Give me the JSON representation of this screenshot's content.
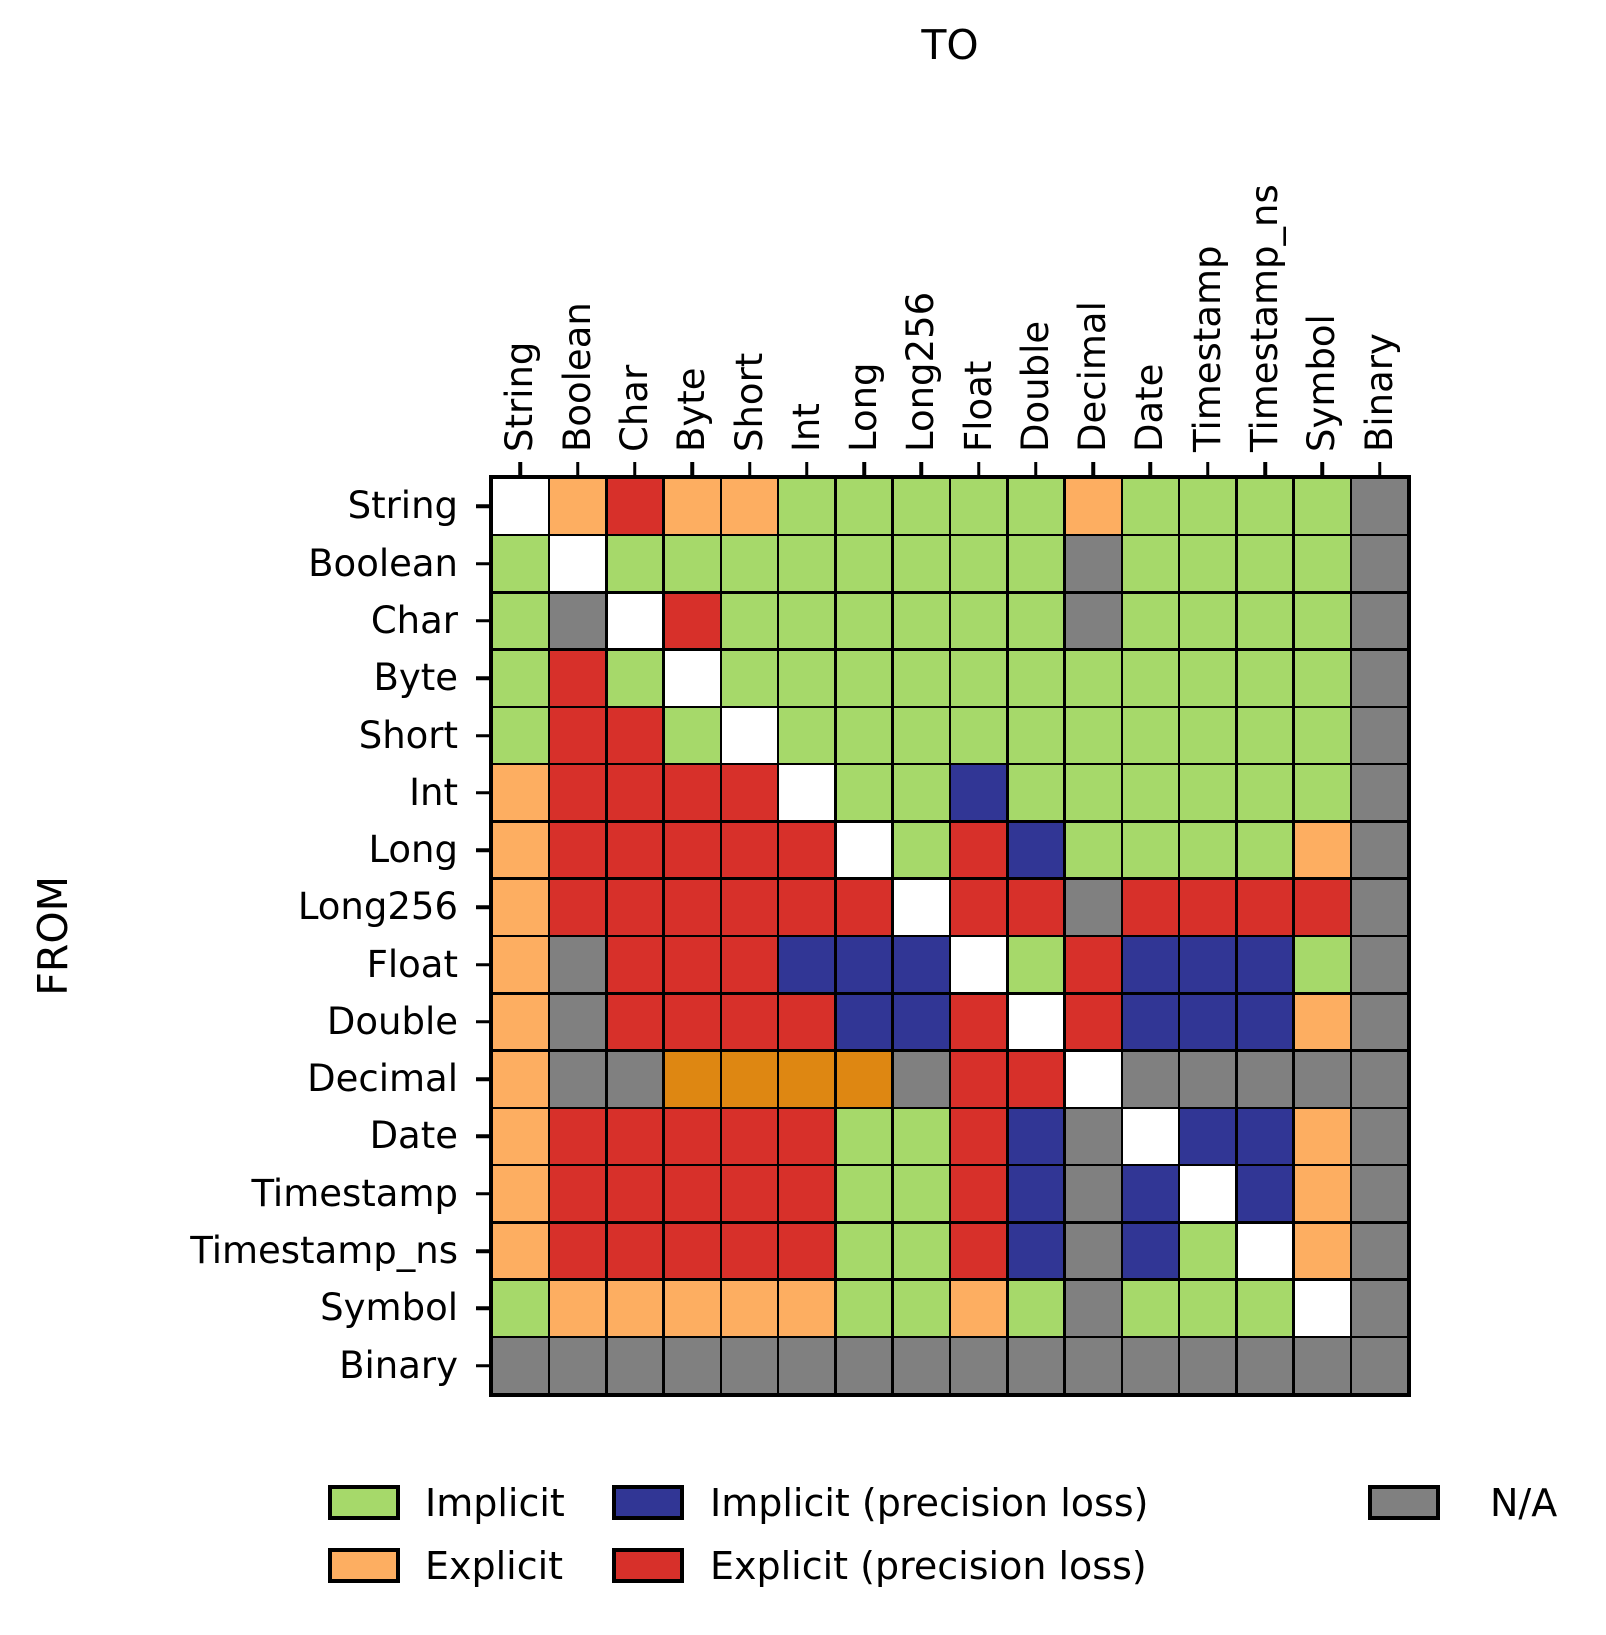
{
  "chart_data": {
    "type": "heatmap",
    "xlabel": "TO",
    "ylabel": "FROM",
    "categories": [
      "String",
      "Boolean",
      "Char",
      "Byte",
      "Short",
      "Int",
      "Long",
      "Long256",
      "Float",
      "Double",
      "Decimal",
      "Date",
      "Timestamp",
      "Timestamp_ns",
      "Symbol",
      "Binary"
    ],
    "cell_code_meanings": {
      "I": "Implicit",
      "E": "Explicit",
      "P": "Implicit (precision loss)",
      "X": "Explicit (precision loss)",
      "N": "N/A",
      "D": "Explicit (darker orange shade, Decimal row)",
      "S": "Same type (white diagonal)"
    },
    "colors": {
      "I": "#a6d96a",
      "E": "#fdae61",
      "P": "#313695",
      "X": "#d7302a",
      "N": "#808080",
      "D": "#de8712",
      "S": "#ffffff"
    },
    "matrix": [
      [
        "S",
        "E",
        "X",
        "E",
        "E",
        "I",
        "I",
        "I",
        "I",
        "I",
        "E",
        "I",
        "I",
        "I",
        "I",
        "N"
      ],
      [
        "I",
        "S",
        "I",
        "I",
        "I",
        "I",
        "I",
        "I",
        "I",
        "I",
        "N",
        "I",
        "I",
        "I",
        "I",
        "N"
      ],
      [
        "I",
        "N",
        "S",
        "X",
        "I",
        "I",
        "I",
        "I",
        "I",
        "I",
        "N",
        "I",
        "I",
        "I",
        "I",
        "N"
      ],
      [
        "I",
        "X",
        "I",
        "S",
        "I",
        "I",
        "I",
        "I",
        "I",
        "I",
        "I",
        "I",
        "I",
        "I",
        "I",
        "N"
      ],
      [
        "I",
        "X",
        "X",
        "I",
        "S",
        "I",
        "I",
        "I",
        "I",
        "I",
        "I",
        "I",
        "I",
        "I",
        "I",
        "N"
      ],
      [
        "E",
        "X",
        "X",
        "X",
        "X",
        "S",
        "I",
        "I",
        "P",
        "I",
        "I",
        "I",
        "I",
        "I",
        "I",
        "N"
      ],
      [
        "E",
        "X",
        "X",
        "X",
        "X",
        "X",
        "S",
        "I",
        "X",
        "P",
        "I",
        "I",
        "I",
        "I",
        "E",
        "N"
      ],
      [
        "E",
        "X",
        "X",
        "X",
        "X",
        "X",
        "X",
        "S",
        "X",
        "X",
        "N",
        "X",
        "X",
        "X",
        "X",
        "N"
      ],
      [
        "E",
        "N",
        "X",
        "X",
        "X",
        "P",
        "P",
        "P",
        "S",
        "I",
        "X",
        "P",
        "P",
        "P",
        "I",
        "N"
      ],
      [
        "E",
        "N",
        "X",
        "X",
        "X",
        "X",
        "P",
        "P",
        "X",
        "S",
        "X",
        "P",
        "P",
        "P",
        "E",
        "N"
      ],
      [
        "E",
        "N",
        "N",
        "D",
        "D",
        "D",
        "D",
        "N",
        "X",
        "X",
        "S",
        "N",
        "N",
        "N",
        "N",
        "N"
      ],
      [
        "E",
        "X",
        "X",
        "X",
        "X",
        "X",
        "I",
        "I",
        "X",
        "P",
        "N",
        "S",
        "P",
        "P",
        "E",
        "N"
      ],
      [
        "E",
        "X",
        "X",
        "X",
        "X",
        "X",
        "I",
        "I",
        "X",
        "P",
        "N",
        "P",
        "S",
        "P",
        "E",
        "N"
      ],
      [
        "E",
        "X",
        "X",
        "X",
        "X",
        "X",
        "I",
        "I",
        "X",
        "P",
        "N",
        "P",
        "I",
        "S",
        "E",
        "N"
      ],
      [
        "I",
        "E",
        "E",
        "E",
        "E",
        "E",
        "I",
        "I",
        "E",
        "I",
        "N",
        "I",
        "I",
        "I",
        "S",
        "N"
      ],
      [
        "N",
        "N",
        "N",
        "N",
        "N",
        "N",
        "N",
        "N",
        "N",
        "N",
        "N",
        "N",
        "N",
        "N",
        "N",
        "N"
      ]
    ],
    "legend": [
      {
        "label": "Implicit",
        "code": "I",
        "col": 0,
        "row": 0
      },
      {
        "label": "Explicit",
        "code": "E",
        "col": 0,
        "row": 1
      },
      {
        "label": "Implicit (precision loss)",
        "code": "P",
        "col": 1,
        "row": 0
      },
      {
        "label": "Explicit (precision loss)",
        "code": "X",
        "col": 1,
        "row": 1
      },
      {
        "label": "N/A",
        "code": "N",
        "col": 2,
        "row": 0
      }
    ],
    "grid": true,
    "legend_position": "bottom"
  }
}
